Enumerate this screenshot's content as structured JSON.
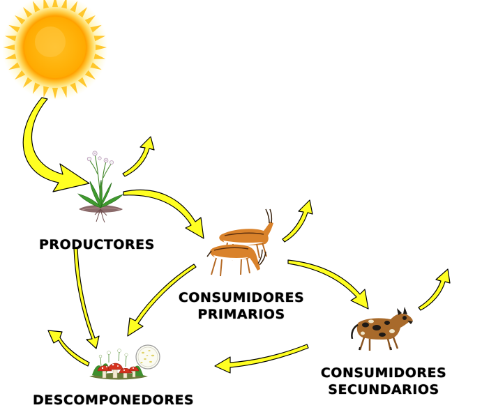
{
  "diagram": {
    "nodes": {
      "sun": {
        "icon": "sun-icon"
      },
      "producers": {
        "label": "PRODUCTORES",
        "icon": "plant-icon"
      },
      "primary_consumers": {
        "label_line1": "CONSUMIDORES",
        "label_line2": "PRIMARIOS",
        "icon": "gazelles-icon"
      },
      "secondary_consumers": {
        "label_line1": "CONSUMIDORES",
        "label_line2": "SECUNDARIOS",
        "icon": "wild-dog-icon"
      },
      "decomposers": {
        "label": "DESCOMPONEDORES",
        "icon": "mushrooms-bacteria-icon"
      }
    },
    "flows": [
      {
        "from": "sun",
        "to": "producers"
      },
      {
        "from": "producers",
        "to": "primary_consumers"
      },
      {
        "from": "primary_consumers",
        "to": "secondary_consumers"
      },
      {
        "from": "producers",
        "to": "decomposers"
      },
      {
        "from": "primary_consumers",
        "to": "decomposers"
      },
      {
        "from": "secondary_consumers",
        "to": "decomposers"
      },
      {
        "from": "producers",
        "to": "energy-loss"
      },
      {
        "from": "primary_consumers",
        "to": "energy-loss"
      },
      {
        "from": "secondary_consumers",
        "to": "energy-loss"
      },
      {
        "from": "decomposers",
        "to": "energy-loss"
      }
    ],
    "colors": {
      "arrow_fill": "#ffff22",
      "arrow_stroke": "#000000",
      "sun_core": "#ffb300",
      "sun_glow": "#ffe34d",
      "gazelle_body": "#d9822b",
      "gazelle_belly": "#ffffff",
      "dog_body": "#a86a2b",
      "mushroom_cap": "#d4331f"
    }
  }
}
